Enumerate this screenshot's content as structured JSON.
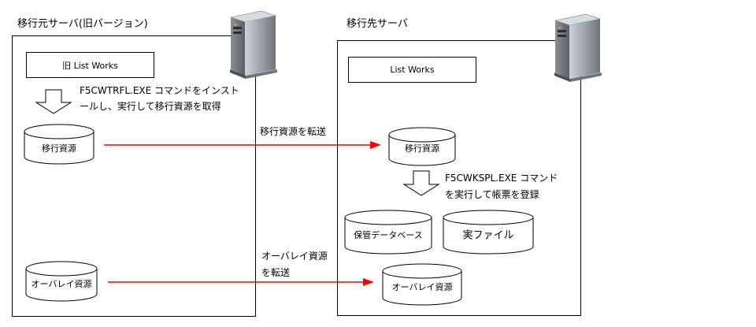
{
  "source": {
    "title": "移行元サーバ(旧バージョン)",
    "app_box": "旧 List Works",
    "step_line1": "F5CWTRFL.EXE コマンドをインスト",
    "step_line2": "ールし、実行して移行資源を取得",
    "resource": "移行資源",
    "overlay": "オーバレイ資源"
  },
  "target": {
    "title": "移行先サーバ",
    "app_box": "List Works",
    "resource": "移行資源",
    "step_line1": "F5CWKSPL.EXE コマンド",
    "step_line2": "を実行して帳票を登録",
    "db": "保管データベース",
    "file": "実ファイル",
    "overlay": "オーバレイ資源"
  },
  "transfers": {
    "resource_label": "移行資源を転送",
    "overlay_line1": "オーバレイ資源",
    "overlay_line2": "を転送"
  },
  "colors": {
    "arrow": "#ff0000",
    "stroke": "#000000",
    "server_body": "#9a9fa8"
  }
}
